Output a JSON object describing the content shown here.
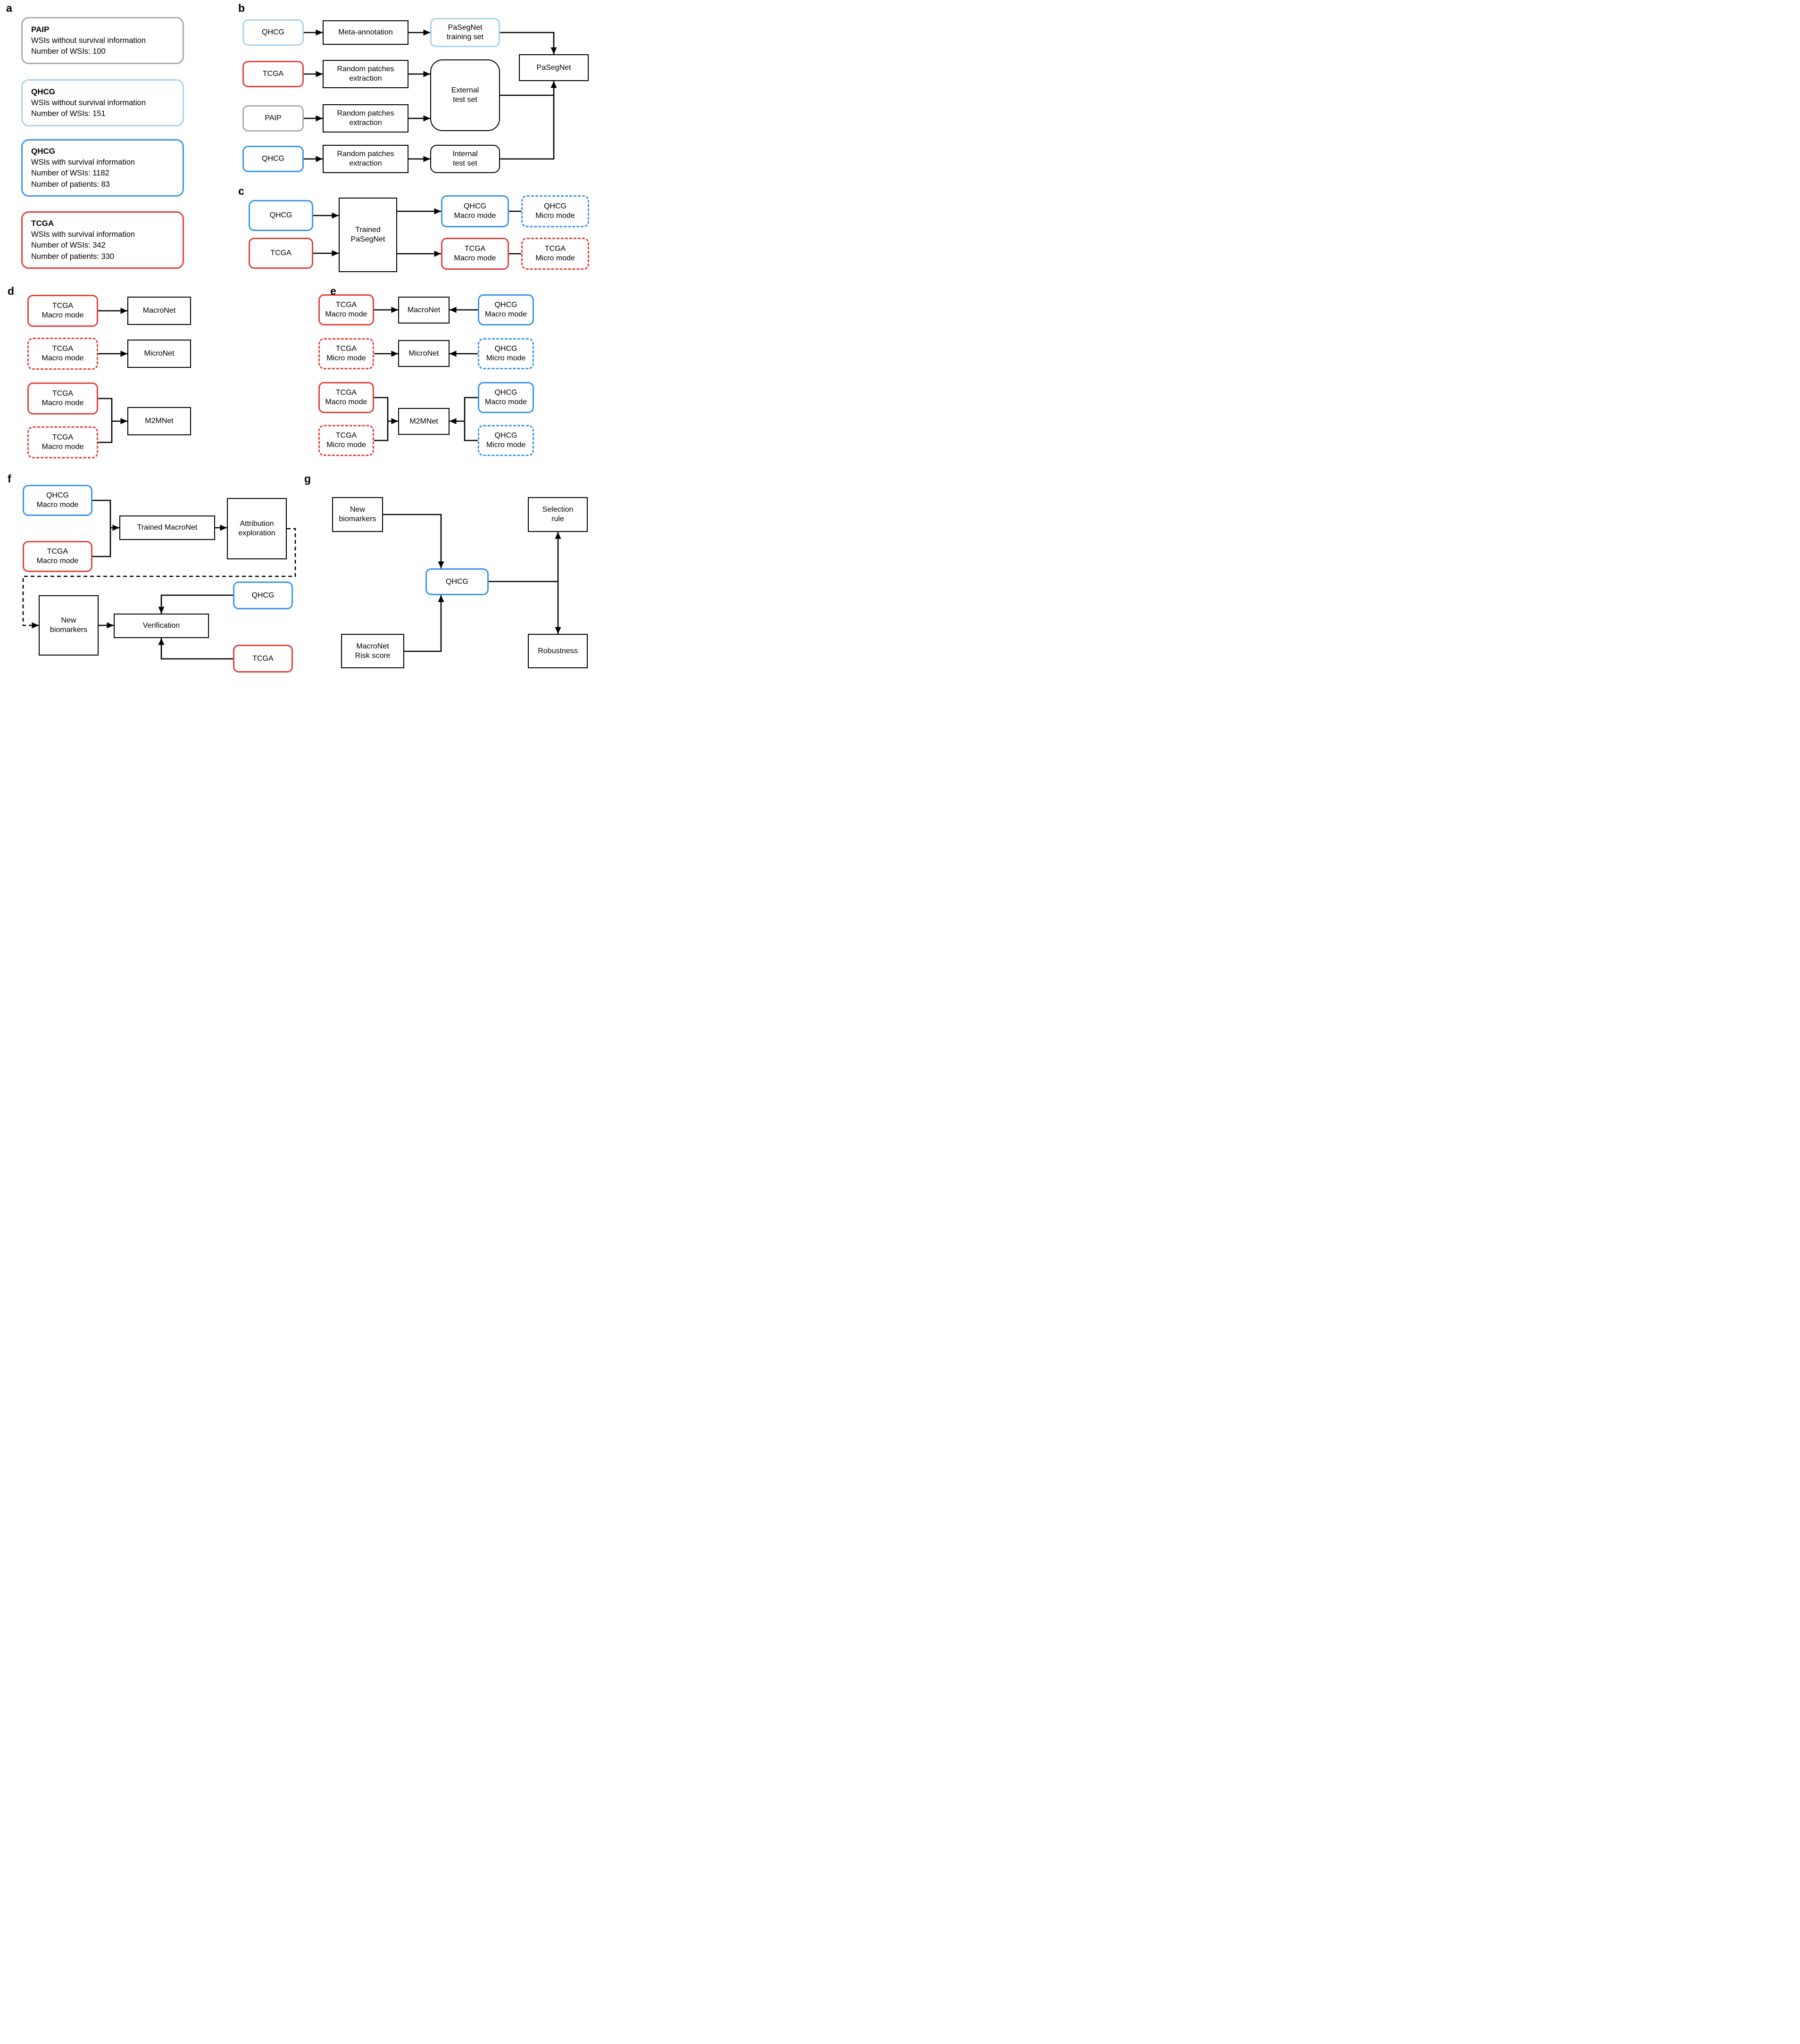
{
  "colors": {
    "blue": "#3B96EE",
    "light_blue": "#A9D2F0",
    "red": "#E4423D",
    "gray": "#ACACAC",
    "line": "#000000"
  },
  "panels": {
    "a": {
      "label": "a",
      "boxes": [
        {
          "title": "PAIP",
          "lines": [
            "WSIs without survival information",
            "Number of WSIs: 100"
          ],
          "border": "gray"
        },
        {
          "title": "QHCG",
          "lines": [
            "WSIs without survival information",
            "Number of WSIs: 151"
          ],
          "border": "light_blue"
        },
        {
          "title": "QHCG",
          "lines": [
            "WSIs with survival information",
            "Number of WSIs: 1182",
            "Number of patients: 83"
          ],
          "border": "blue"
        },
        {
          "title": "TCGA",
          "lines": [
            "WSIs with survival information",
            "Number of WSIs: 342",
            "Number of patients: 330"
          ],
          "border": "red"
        }
      ]
    },
    "b": {
      "label": "b",
      "nodes": {
        "qhcg_light": "QHCG",
        "meta_annotation": "Meta-annotation",
        "pasegnet_training_set": "PaSegNet\ntraining set",
        "tcga": "TCGA",
        "random_patches_extraction": "Random patches\nextraction",
        "paip": "PAIP",
        "external_test_set": "External\ntest set",
        "qhcg": "QHCG",
        "internal_test_set": "Internal\ntest set",
        "pasegnet": "PaSegNet"
      }
    },
    "c": {
      "label": "c",
      "nodes": {
        "qhcg": "QHCG",
        "tcga": "TCGA",
        "trained_pasegnet": "Trained\nPaSegNet",
        "qhcg_macro": "QHCG\nMacro mode",
        "qhcg_micro": "QHCG\nMicro mode",
        "tcga_macro": "TCGA\nMacro mode",
        "tcga_micro": "TCGA\nMicro mode"
      }
    },
    "d": {
      "label": "d",
      "nodes": {
        "row1_input": "TCGA\nMacro mode",
        "macronet": "MacroNet",
        "row2_input": "TCGA\nMacro mode",
        "micronet": "MicroNet",
        "group_input_solid": "TCGA\nMacro mode",
        "group_input_dashed": "TCGA\nMacro mode",
        "m2mnet": "M2MNet"
      }
    },
    "e": {
      "label": "e",
      "nodes": {
        "tcga_macro": "TCGA\nMacro mode",
        "macronet": "MacroNet",
        "qhcg_macro": "QHCG\nMacro mode",
        "tcga_micro": "TCGA\nMicro mode",
        "micronet": "MicroNet",
        "qhcg_micro": "QHCG\nMicro mode",
        "group_tcga_macro": "TCGA\nMacro mode",
        "group_tcga_micro": "TCGA\nMicro mode",
        "m2mnet": "M2MNet",
        "group_qhcg_macro": "QHCG\nMacro mode",
        "group_qhcg_micro": "QHCG\nMicro mode"
      }
    },
    "f": {
      "label": "f",
      "nodes": {
        "qhcg_macro": "QHCG\nMacro mode",
        "tcga_macro": "TCGA\nMacro mode",
        "trained_macronet": "Trained MacroNet",
        "attribution_exploration": "Attribution\nexploration",
        "new_biomarkers": "New\nbiomarkers",
        "verification": "Verification",
        "qhcg": "QHCG",
        "tcga": "TCGA"
      }
    },
    "g": {
      "label": "g",
      "nodes": {
        "new_biomarkers": "New\nbiomarkers",
        "selection_rule": "Selection\nrule",
        "qhcg": "QHCG",
        "macronet_risk_score": "MacroNet\nRisk score",
        "robustness": "Robustness"
      }
    }
  }
}
